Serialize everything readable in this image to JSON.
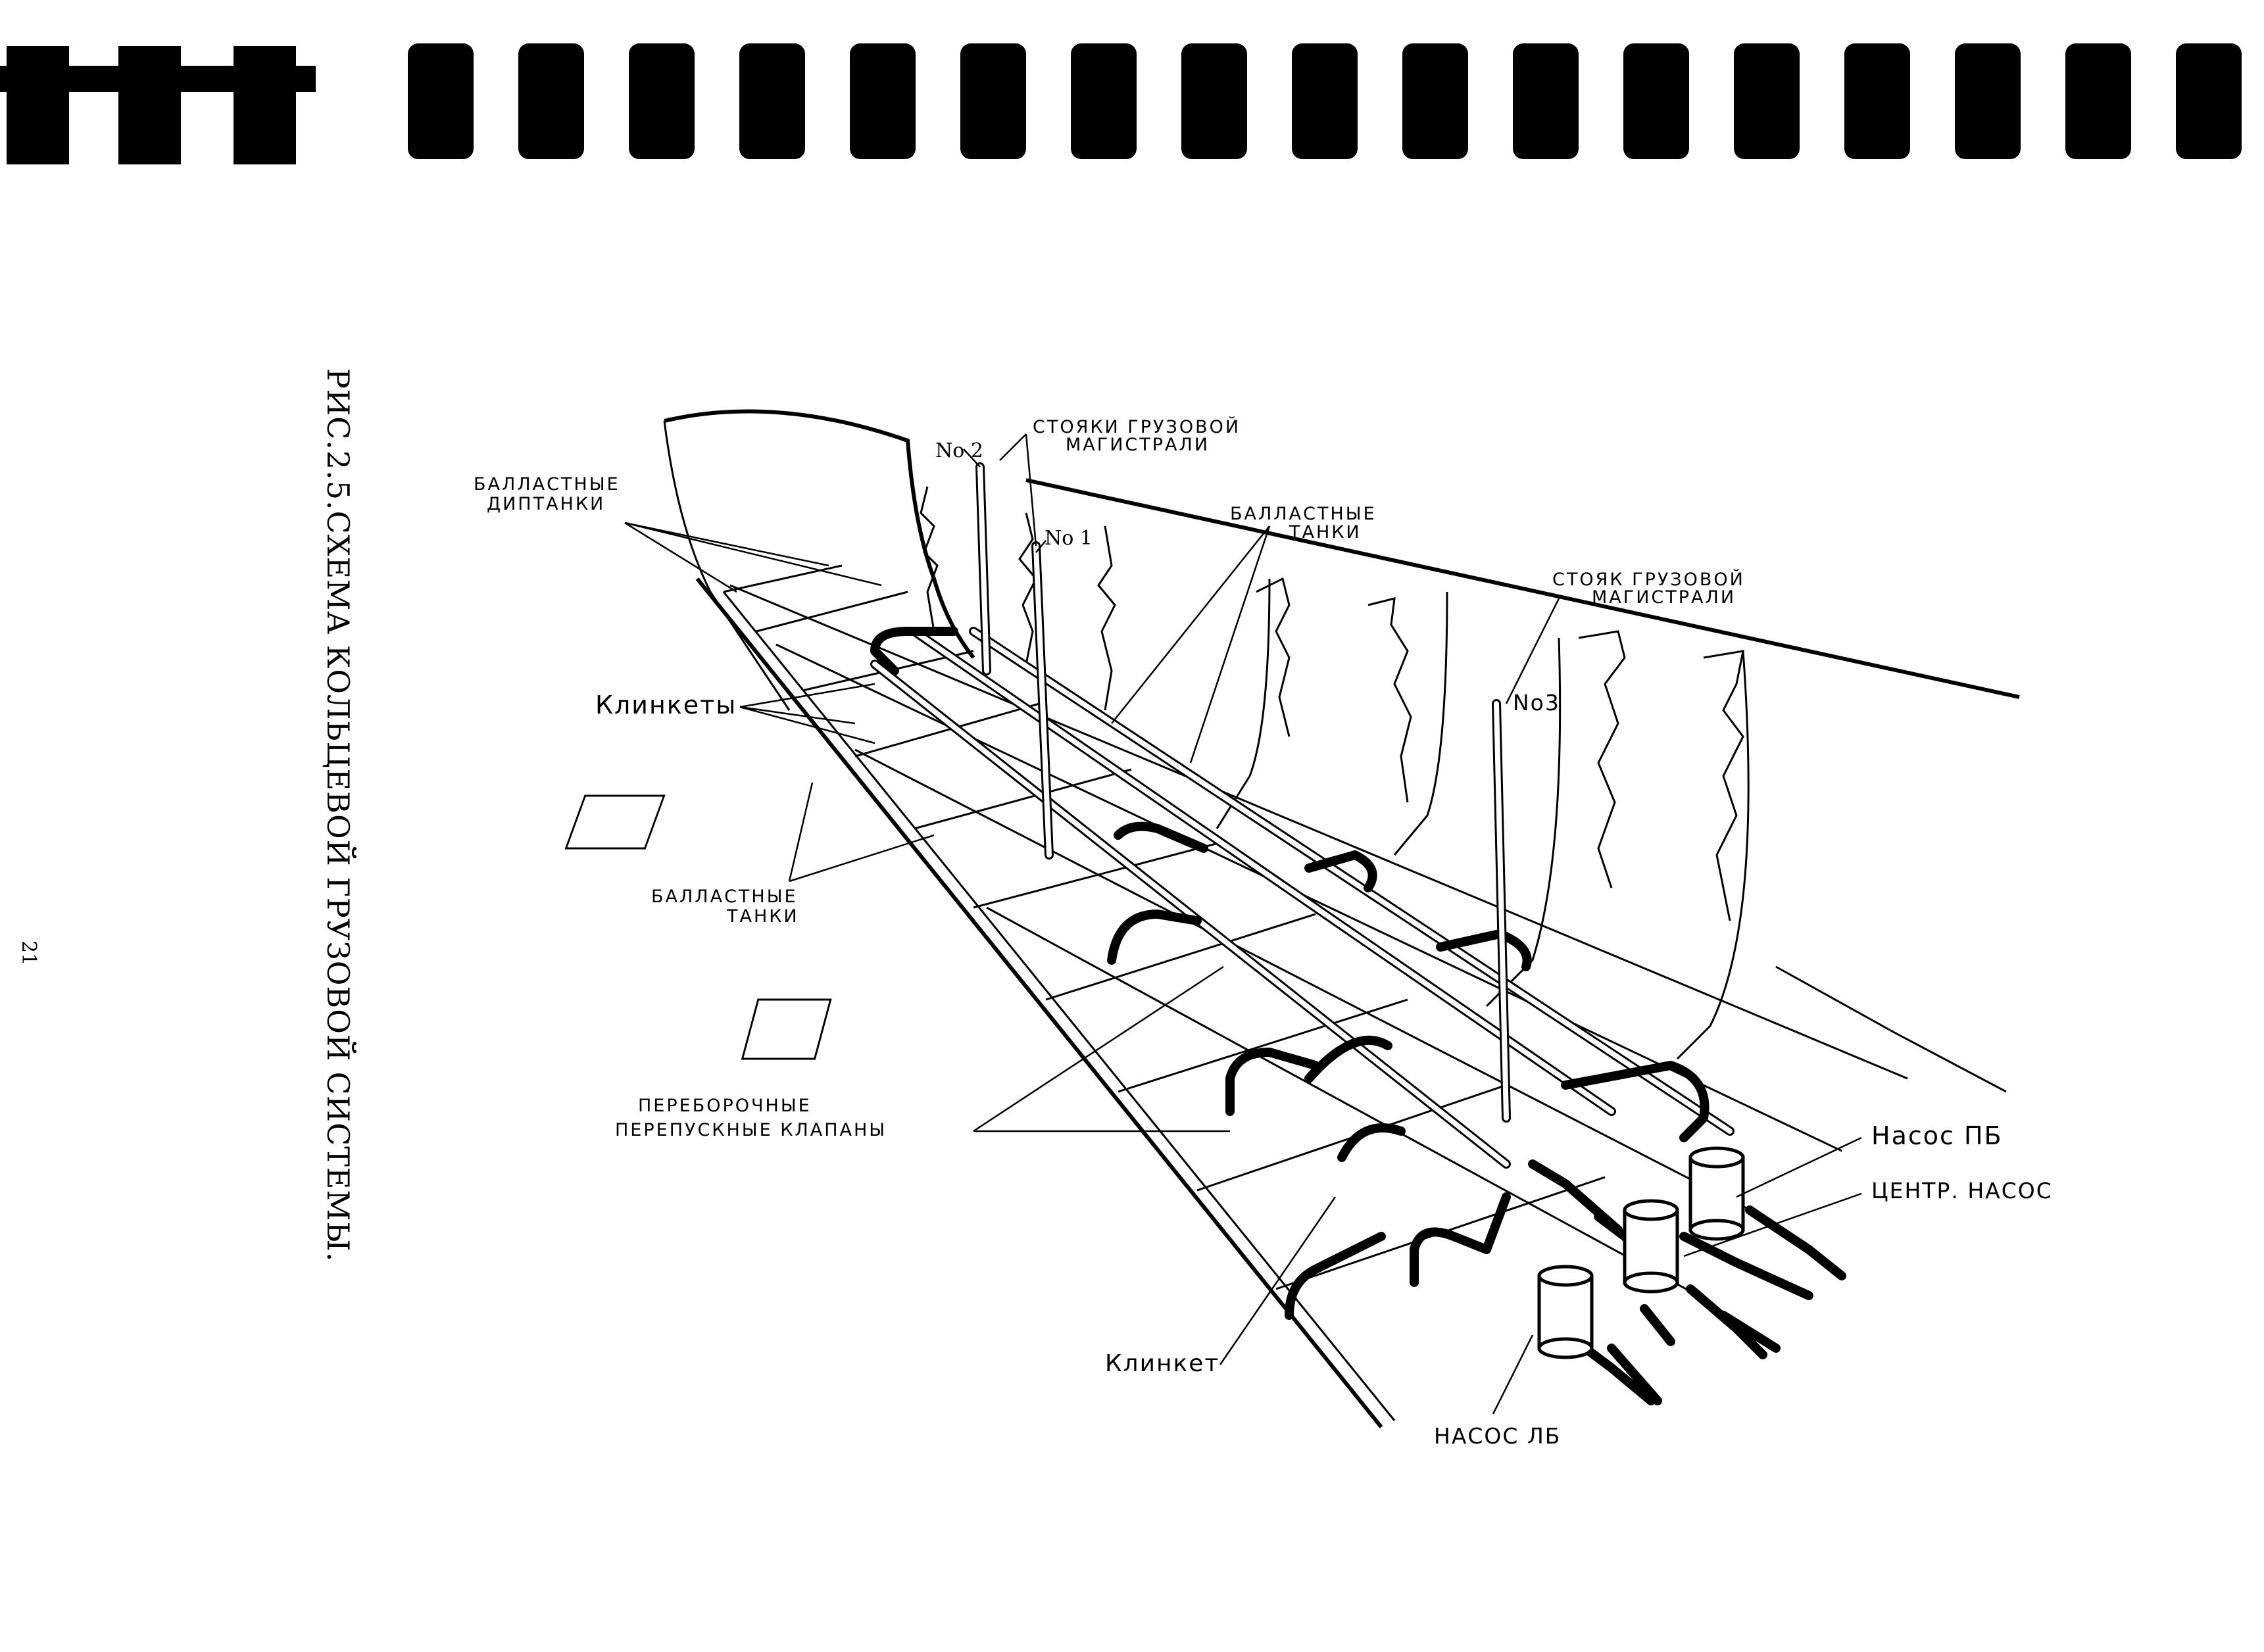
{
  "caption": "РИС.2.5.СХЕМА КОЛЬЦЕВОЙ ГРУЗОВОЙ СИСТЕМЫ.",
  "page_number": "21",
  "labels": {
    "riser_no2": "No 2",
    "riser_no1": "No 1",
    "riser_no3": "No3",
    "cargo_risers_line1": "СТОЯКИ ГРУЗОВОЙ",
    "cargo_risers_line2": "МАГИСТРАЛИ",
    "ballast_deeptanks_line1": "БАЛЛАСТНЫЕ",
    "ballast_deeptanks_line2": "ДИПТАНКИ",
    "ballast_tanks_top_line1": "БАЛЛАСТНЫЕ",
    "ballast_tanks_top_line2": "ТАНКИ",
    "cargo_riser_line1": "СТОЯК ГРУЗОВОЙ",
    "cargo_riser_line2": "МАГИСТРАЛИ",
    "clinkets": "Клинкеты",
    "ballast_tanks_left_line1": "БАЛЛАСТНЫЕ",
    "ballast_tanks_left_line2": "ТАНКИ",
    "bypass_valves_line1": "ПЕРЕБОРОЧНЫЕ",
    "bypass_valves_line2": "ПЕРЕПУСКНЫЕ КЛАПАНЫ",
    "clinket": "Клинкет",
    "pump_pb": "Насос ПБ",
    "pump_center": "ЦЕНТР. НАСОС",
    "pump_lb": "НАСОС ЛБ"
  }
}
